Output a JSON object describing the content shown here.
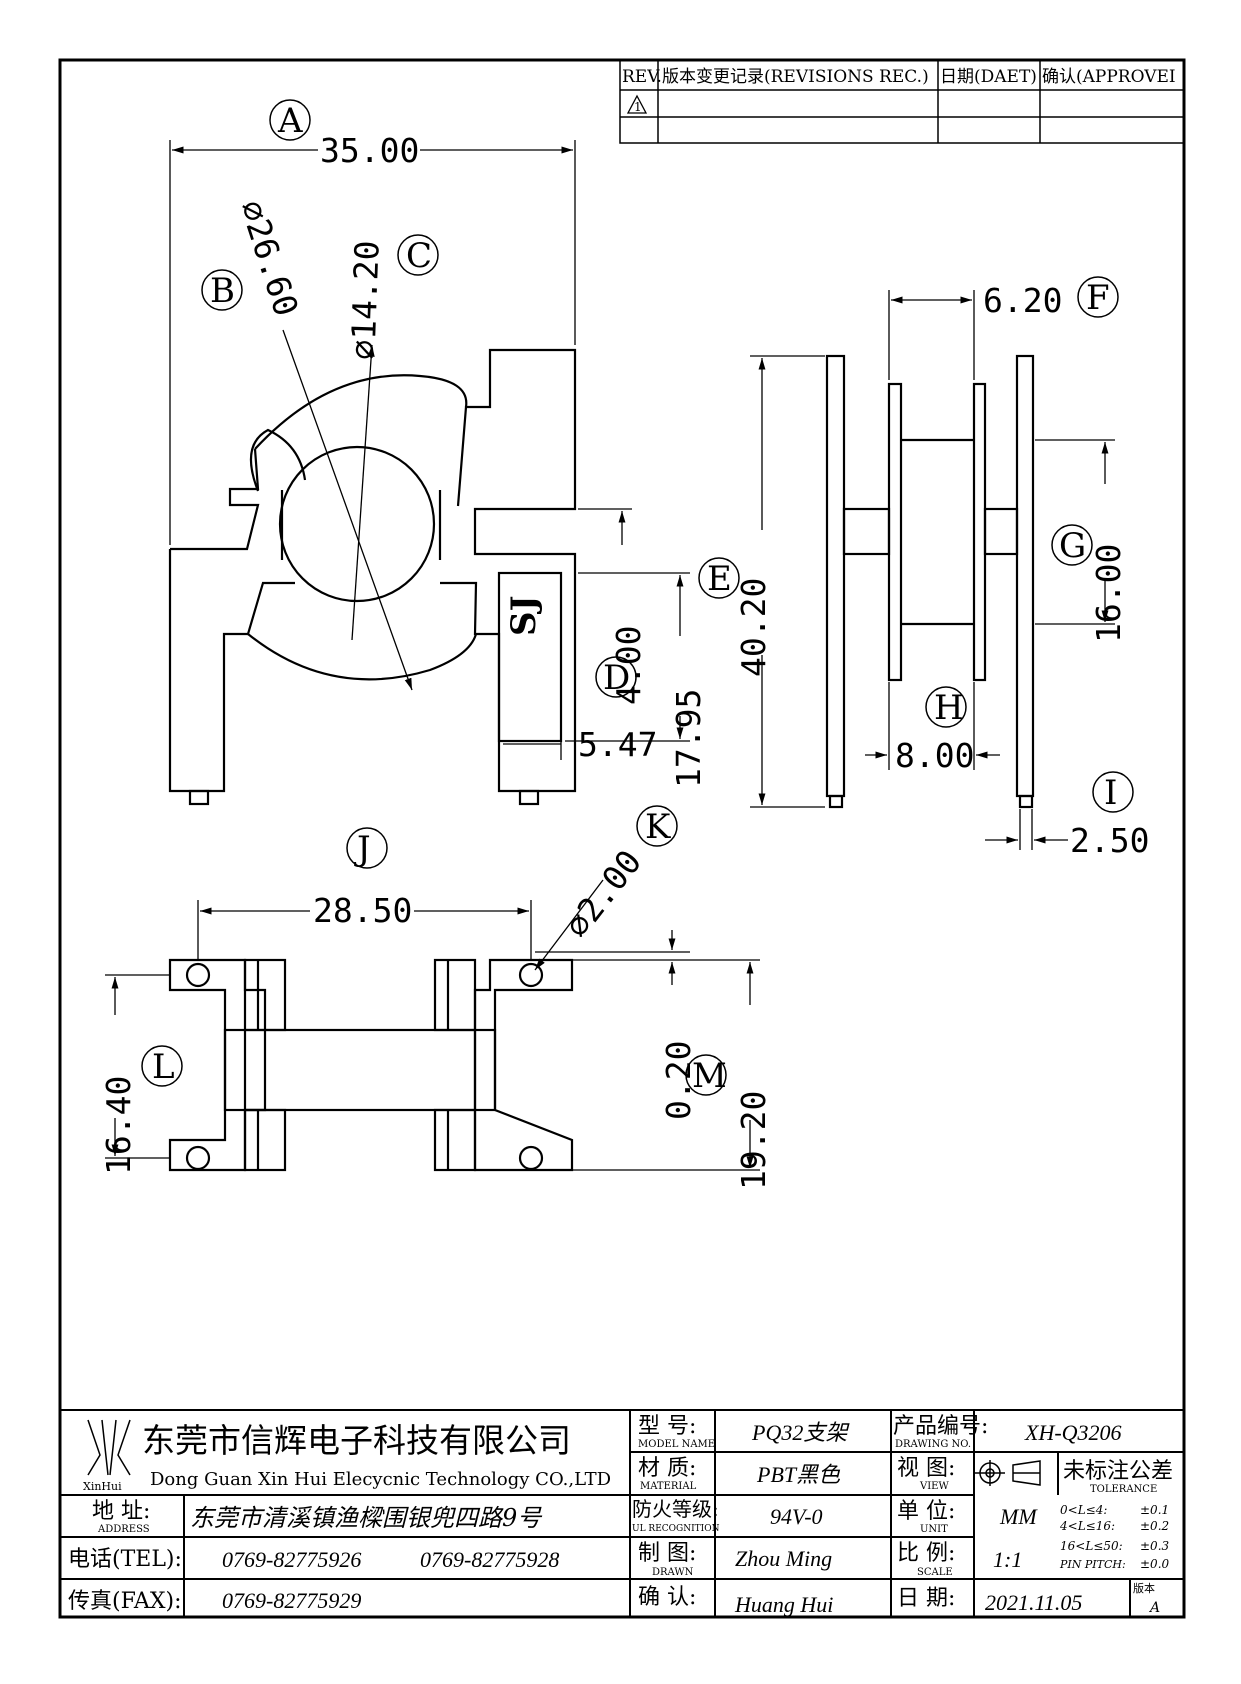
{
  "revisions": {
    "headers": [
      "REV.",
      "版本变更记录(REVISIONS REC.)",
      "日期(DAET)",
      "确认(APPROVEI"
    ],
    "rows": [
      {
        "rev": "1",
        "record": "",
        "date": "",
        "approved": ""
      }
    ]
  },
  "views": {
    "front": {
      "dims": {
        "A": "35.00",
        "B": "⌀26.60",
        "C": "⌀14.20",
        "D_slot": "4.00",
        "D_height": "17.95",
        "D_width": "5.47"
      },
      "marking": "SJ",
      "labels": [
        "A",
        "B",
        "C",
        "D"
      ]
    },
    "side": {
      "dims": {
        "E": "40.20",
        "F": "6.20",
        "G": "16.00",
        "H": "8.00",
        "I": "2.50"
      },
      "labels": [
        "E",
        "F",
        "G",
        "H",
        "I"
      ]
    },
    "bottom": {
      "dims": {
        "J": "28.50",
        "K": "⌀2.00",
        "L": "16.40",
        "M_offset": "0.20",
        "M_height": "19.20"
      },
      "labels": [
        "J",
        "K",
        "L",
        "M"
      ]
    }
  },
  "title_block": {
    "logo_text": "XinHui",
    "company_cn": "东莞市信辉电子科技有限公司",
    "company_en": "Dong Guan Xin Hui Elecycnic Technology CO.,LTD",
    "address_label_cn": "地  址:",
    "address_label_en": "ADDRESS",
    "address_value": "东莞市清溪镇渔樑围银兜四路9号",
    "tel_label": "电话(TEL):",
    "tel_1": "0769-82775926",
    "tel_2": "0769-82775928",
    "fax_label": "传真(FAX):",
    "fax_value": "0769-82775929",
    "model_label_cn": "型  号:",
    "model_label_en": "MODEL NAME",
    "model_value": "PQ32支架",
    "material_label_cn": "材  质:",
    "material_label_en": "MATERIAL",
    "material_value": "PBT黑色",
    "ul_label_cn": "防火等级:",
    "ul_label_en": "UL RECOGNITION",
    "ul_value": "94V-0",
    "drawn_label_cn": "制  图:",
    "drawn_label_en": "DRAWN",
    "drawn_value": "Zhou Ming",
    "confirm_label_cn": "确  认:",
    "confirm_value": "Huang Hui",
    "drawing_no_label_cn": "产品编号:",
    "drawing_no_label_en": "DRAWING NO.",
    "drawing_no_value": "XH-Q3206",
    "view_label_cn": "视  图:",
    "view_label_en": "VIEW",
    "unit_label_cn": "单  位:",
    "unit_label_en": "UNIT",
    "unit_value": "MM",
    "scale_label_cn": "比  例:",
    "scale_label_en": "SCALE",
    "scale_value": "1:1",
    "date_label_cn": "日  期:",
    "date_value": "2021.11.05",
    "version_label": "版本",
    "version_value": "A",
    "tolerance_title": "未标注公差",
    "tolerance_en": "TOLERANCE",
    "tolerance_rows": [
      {
        "range": "0<L≤4:",
        "tol": "±0.1"
      },
      {
        "range": "4<L≤16:",
        "tol": "±0.2"
      },
      {
        "range": "16<L≤50:",
        "tol": "±0.3"
      },
      {
        "range": "PIN PITCH:",
        "tol": "±0.0"
      }
    ]
  }
}
